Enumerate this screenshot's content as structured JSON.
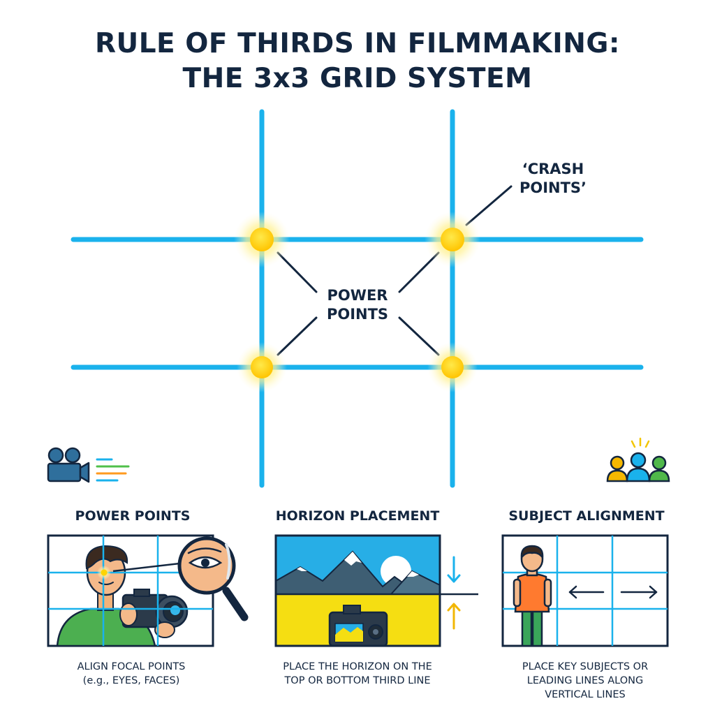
{
  "header": {
    "title_line1": "RULE OF THIRDS IN FILMMAKING:",
    "title_line2": "THE 3x3 GRID SYSTEM"
  },
  "grid": {
    "crash_label_line1": "‘CRASH",
    "crash_label_line2": "POINTS’",
    "power_label_line1": "POWER",
    "power_label_line2": "POINTS",
    "colors": {
      "grid_line": "#1ab2ec",
      "point": "#ffd400",
      "glow": "#fff2a6",
      "ink": "#13263f"
    }
  },
  "panels": [
    {
      "title": "POWER POINTS",
      "caption_line1": "ALIGN FOCAL POINTS",
      "caption_line2": "(e.g., EYES, FACES)",
      "icons": [
        "photographer-icon",
        "camera-icon",
        "magnifier-icon",
        "eye-icon"
      ]
    },
    {
      "title": "HORIZON PLACEMENT",
      "caption_line1": "PLACE THE HORIZON ON THE",
      "caption_line2": "TOP OR BOTTOM THIRD LINE",
      "icons": [
        "mountains-icon",
        "sun-icon",
        "camera-icon",
        "arrow-down-icon",
        "arrow-up-icon"
      ]
    },
    {
      "title": "SUBJECT ALIGNMENT",
      "caption_line1": "PLACE KEY SUBJECTS OR",
      "caption_line2": "LEADING LINES ALONG",
      "caption_line3": "VERTICAL LINES",
      "icons": [
        "person-icon",
        "arrow-left-icon",
        "arrow-right-icon"
      ]
    }
  ],
  "side_icons": [
    "video-camera-icon",
    "audience-icon"
  ]
}
